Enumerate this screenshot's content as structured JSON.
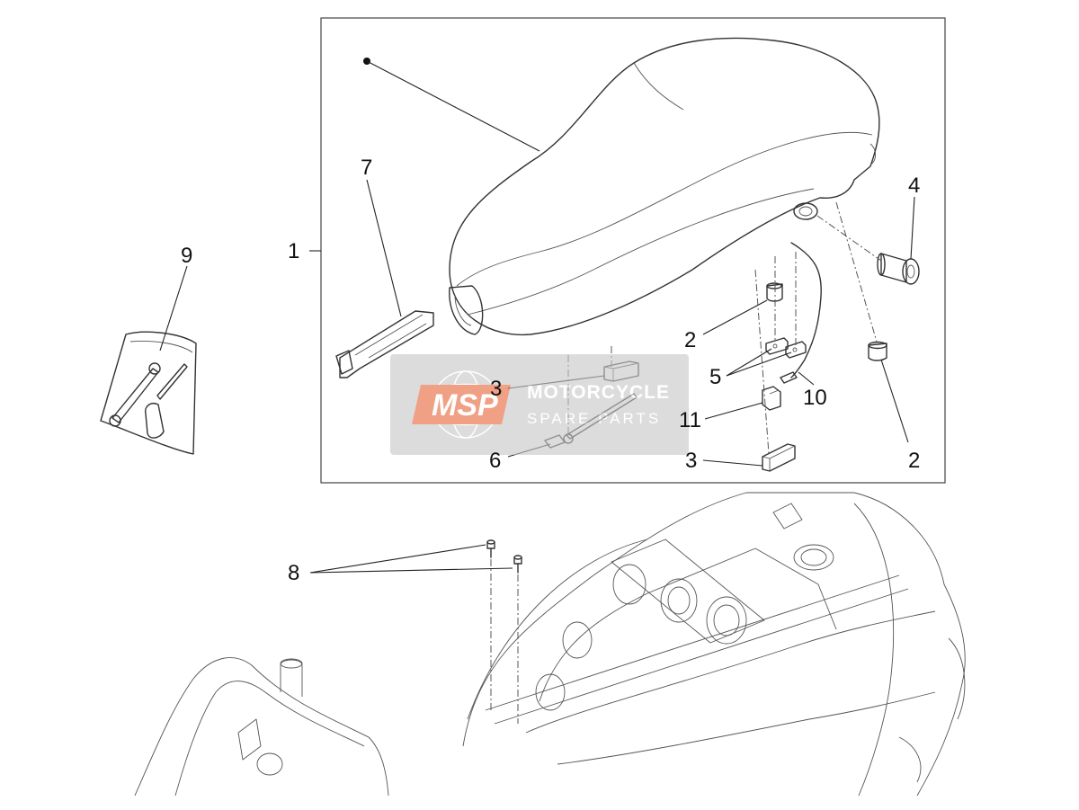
{
  "callouts": {
    "c1": "1",
    "c2a": "2",
    "c2b": "2",
    "c3a": "3",
    "c3b": "3",
    "c4": "4",
    "c5": "5",
    "c6": "6",
    "c7": "7",
    "c8": "8",
    "c9": "9",
    "c10": "10",
    "c11": "11"
  },
  "watermark": {
    "logo": "MSP",
    "title": "MOTORCYCLE",
    "subtitle": "SPARE PARTS"
  },
  "colors": {
    "watermark_bg": "#c8c8c8",
    "watermark_logo": "#e8673a",
    "line": "#333333"
  }
}
